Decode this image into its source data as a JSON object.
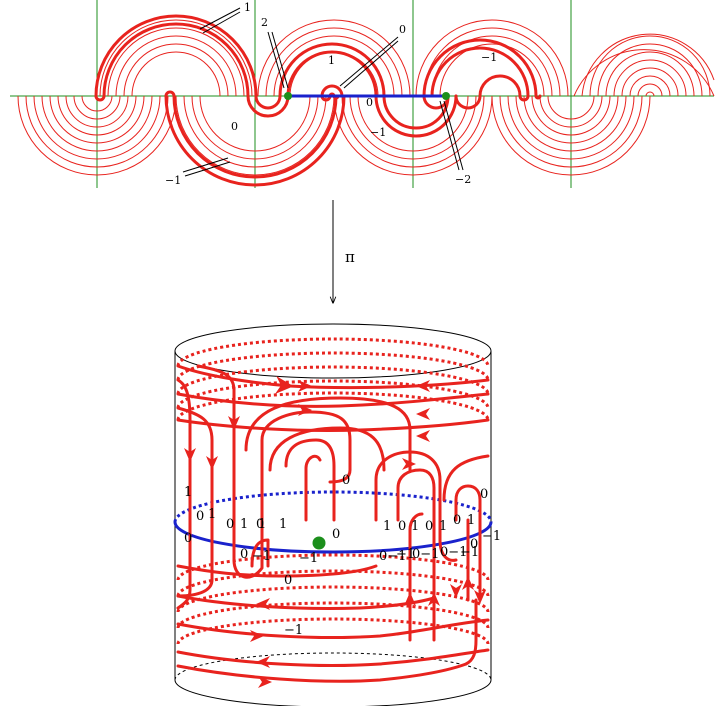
{
  "top_diagram": {
    "labels": {
      "top_1": "1",
      "top_2": "2",
      "top_0": "0",
      "mid_1": "1",
      "mid_0a": "0",
      "mid_0b": "0",
      "minus1_right": "−1",
      "minus1_mid": "−1",
      "minus1_bottom": "−1",
      "minus2": "−2"
    }
  },
  "projection": {
    "label": "π"
  },
  "cylinder": {
    "labels": {
      "top_0": "0",
      "right_0": "0",
      "left_1": "1",
      "left_0a": "0",
      "left_0b": "0",
      "eq_1a": "1",
      "eq_0a": "0",
      "eq_1b": "1",
      "eq_0b": "0",
      "eq_1c": "1",
      "eq_1d": "1",
      "eq_0c": "0",
      "eq_m1a": "−1",
      "eq_m1b": "−1",
      "eq_0d": "0",
      "eq_m1c": "−1",
      "r_1a": "1",
      "r_0a": "0",
      "r_1b": "1",
      "r_0b": "0",
      "r_1c": "1",
      "r_0c": "0",
      "r_1d": "1",
      "r_m1": "−1",
      "r_0d": "0",
      "r_m10a": "0−1",
      "r_m10b": "0−1",
      "r_m10c": "0−1",
      "r_m1e": "−1",
      "low_0": "0",
      "low_m1": "−1"
    }
  }
}
